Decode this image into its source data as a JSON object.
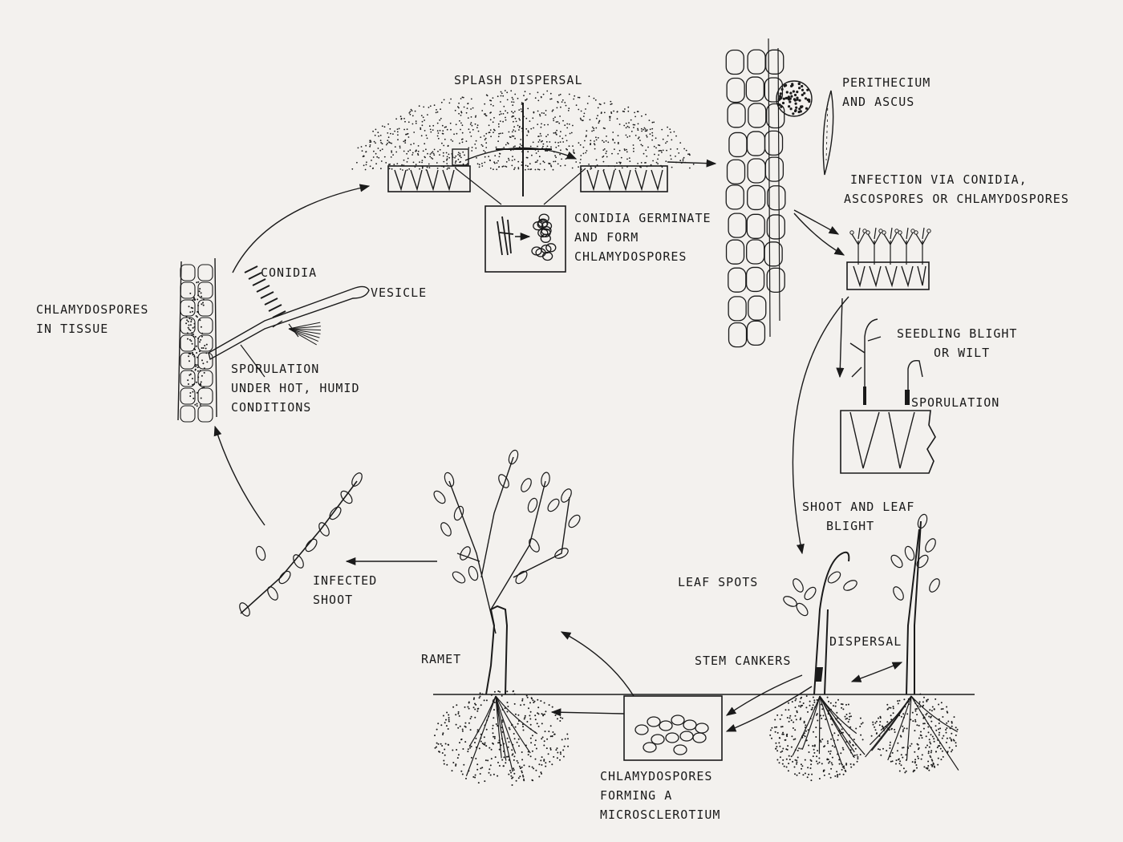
{
  "diagram": {
    "labels": {
      "splash_dispersal": "SPLASH DISPERSAL",
      "perithecium": [
        "PERITHECIUM",
        "AND ASCUS"
      ],
      "infection": [
        "INFECTION VIA CONIDIA,",
        "ASCOSPORES OR CHLAMYDOSPORES"
      ],
      "conidia_germinate": [
        "CONIDIA GERMINATE",
        "AND FORM",
        "CHLAMYDOSPORES"
      ],
      "conidia": "CONIDIA",
      "vesicle": "VESICLE",
      "chlamydospores_tissue": [
        "CHLAMYDOSPORES",
        "IN TISSUE"
      ],
      "sporulation_conditions": [
        "SPORULATION",
        "UNDER HOT, HUMID",
        "CONDITIONS"
      ],
      "seedling_blight": [
        "SEEDLING BLIGHT",
        "OR WILT"
      ],
      "sporulation": "SPORULATION",
      "shoot_leaf_blight": [
        "SHOOT AND LEAF",
        "BLIGHT"
      ],
      "leaf_spots": "LEAF SPOTS",
      "dispersal": "DISPERSAL",
      "stem_cankers": "STEM CANKERS",
      "ramet": "RAMET",
      "infected_shoot": [
        "INFECTED",
        "SHOOT"
      ],
      "microsclerotium": [
        "CHLAMYDOSPORES",
        "FORMING A",
        "MICROSCLEROTIUM"
      ]
    },
    "colors": {
      "ink": "#1a1a1a",
      "paper": "#f3f1ee"
    }
  }
}
